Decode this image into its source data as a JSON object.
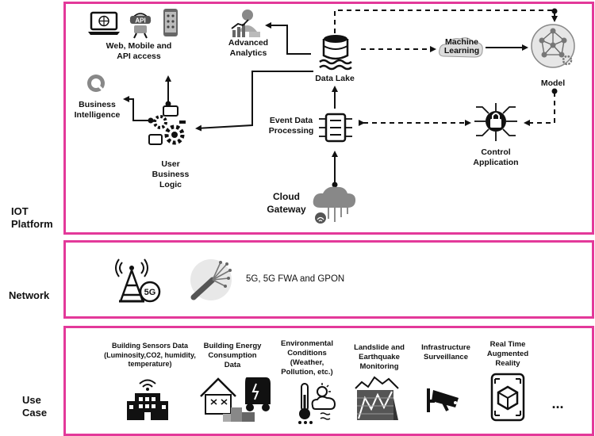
{
  "sections": {
    "iot": "IOT\nPlatform",
    "network": "Network",
    "use_case": "Use\nCase"
  },
  "iot_nodes": {
    "web": "Web, Mobile and\nAPI access",
    "api_badge": "API",
    "analytics": "Advanced\nAnalytics",
    "data_lake": "Data Lake",
    "ml": "Machine\nLearning",
    "model": "Model",
    "bi": "Business\nIntelligence",
    "ubl": "User\nBusiness\nLogic",
    "edp": "Event Data\nProcessing",
    "control": "Control\nApplication",
    "cloud": "Cloud\nGateway"
  },
  "network": {
    "badge": "5G",
    "label": "5G, 5G FWA and GPON"
  },
  "use_cases": [
    "Building Sensors Data\n(Luminosity,CO2, humidity,\ntemperature)",
    "Building Energy\nConsumption\nData",
    "Environmental\nConditions\n(Weather,\nPollution, etc.)",
    "Landslide and\nEarthquake\nMonitoring",
    "Infrastructure\nSurveillance",
    "Real Time\nAugmented\nReality"
  ],
  "more": "...",
  "colors": {
    "panel_border": "#e3399a",
    "ink": "#111111",
    "icon_gray": "#777777"
  }
}
